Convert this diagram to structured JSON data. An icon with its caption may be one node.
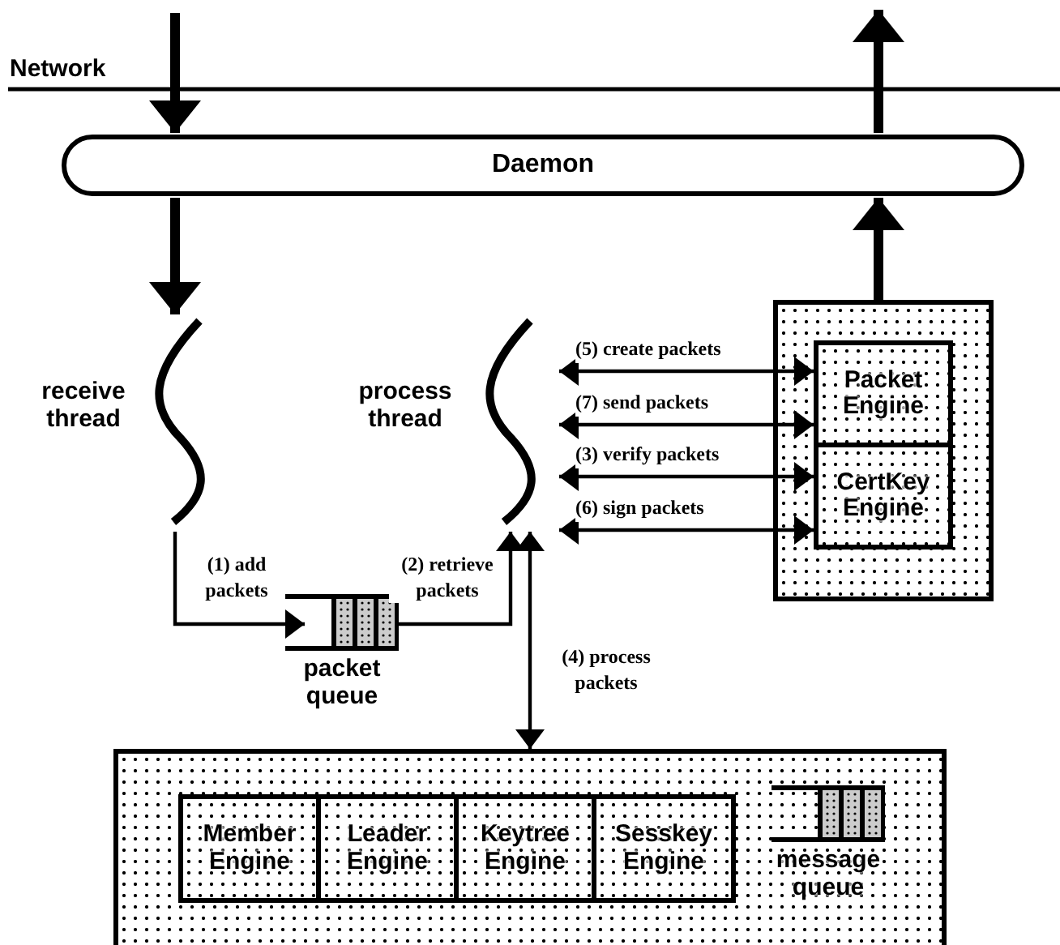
{
  "diagram": {
    "nodes": [
      {
        "text": [
          "Daemon"
        ]
      },
      {
        "text": [
          "receive thread"
        ]
      },
      {
        "text": [
          "process thread"
        ]
      },
      {
        "text": [],
        "shape": "box"
      },
      {
        "text": [
          "Packet Engine"
        ],
        "in": 3
      },
      {
        "text": [
          "CertKey Engine"
        ],
        "in": 3
      },
      {
        "text": [
          "packet queue"
        ]
      },
      {
        "text": [],
        "shape": "box"
      },
      {
        "text": [
          "Member Engine"
        ],
        "in": 7
      },
      {
        "text": [
          "Leader Engine"
        ],
        "in": 7
      },
      {
        "text": [
          "Keytree Engine"
        ],
        "in": 7
      },
      {
        "text": [
          "Sesskey Engine"
        ],
        "in": 7
      },
      {
        "text": [
          "message queue"
        ],
        "in": 7
      }
    ],
    "edges": [
      {
        "from": null,
        "to": 0,
        "arrow": "to",
        "style": "thick"
      },
      {
        "from": 0,
        "to": 1,
        "arrow": "to",
        "style": "thick"
      },
      {
        "from": 3,
        "to": 0,
        "arrow": "to",
        "style": "thick"
      },
      {
        "from": 0,
        "to": null,
        "arrow": "to",
        "style": "thick"
      },
      {
        "from": 2,
        "to": 4,
        "arrow": "both",
        "label": "(5) create packets"
      },
      {
        "from": 2,
        "to": 4,
        "arrow": "both",
        "label": "(7) send packets"
      },
      {
        "from": 2,
        "to": 5,
        "arrow": "both",
        "label": "(3) verify packets"
      },
      {
        "from": 2,
        "to": 5,
        "arrow": "both",
        "label": "(6) sign packets"
      },
      {
        "from": 1,
        "to": 6,
        "arrow": "to",
        "label": "(1) add packets"
      },
      {
        "from": 6,
        "to": 2,
        "arrow": "to",
        "label": "(2) retrieve packets"
      },
      {
        "from": 2,
        "to": 7,
        "arrow": "both",
        "label": "(4) process packets"
      }
    ],
    "labels": [
      "Network"
    ]
  }
}
